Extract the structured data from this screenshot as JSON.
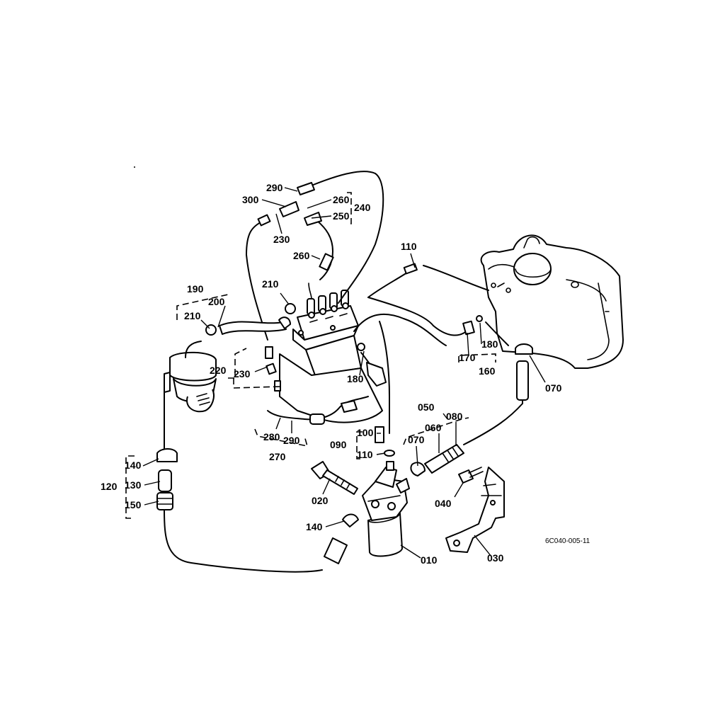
{
  "labels": {
    "p290a": "290",
    "p300": "300",
    "p260a": "260",
    "p250": "250",
    "p240": "240",
    "p230a": "230",
    "p260b": "260",
    "p110a": "110",
    "p190": "190",
    "p210a": "210",
    "p200": "200",
    "p210b": "210",
    "p220": "220",
    "p230b": "230",
    "p180a": "180",
    "p180b": "180",
    "p170": "170",
    "p160": "160",
    "p070a": "070",
    "p050": "050",
    "p080": "080",
    "p060": "060",
    "p070b": "070",
    "p100": "100",
    "p090": "090",
    "p110b": "110",
    "p280": "280",
    "p290b": "290",
    "p270": "270",
    "p140a": "140",
    "p120": "120",
    "p130": "130",
    "p150": "150",
    "p020": "020",
    "p040": "040",
    "p140b": "140",
    "p010": "010",
    "p030": "030"
  },
  "drawing_code": "6C040-005-11"
}
